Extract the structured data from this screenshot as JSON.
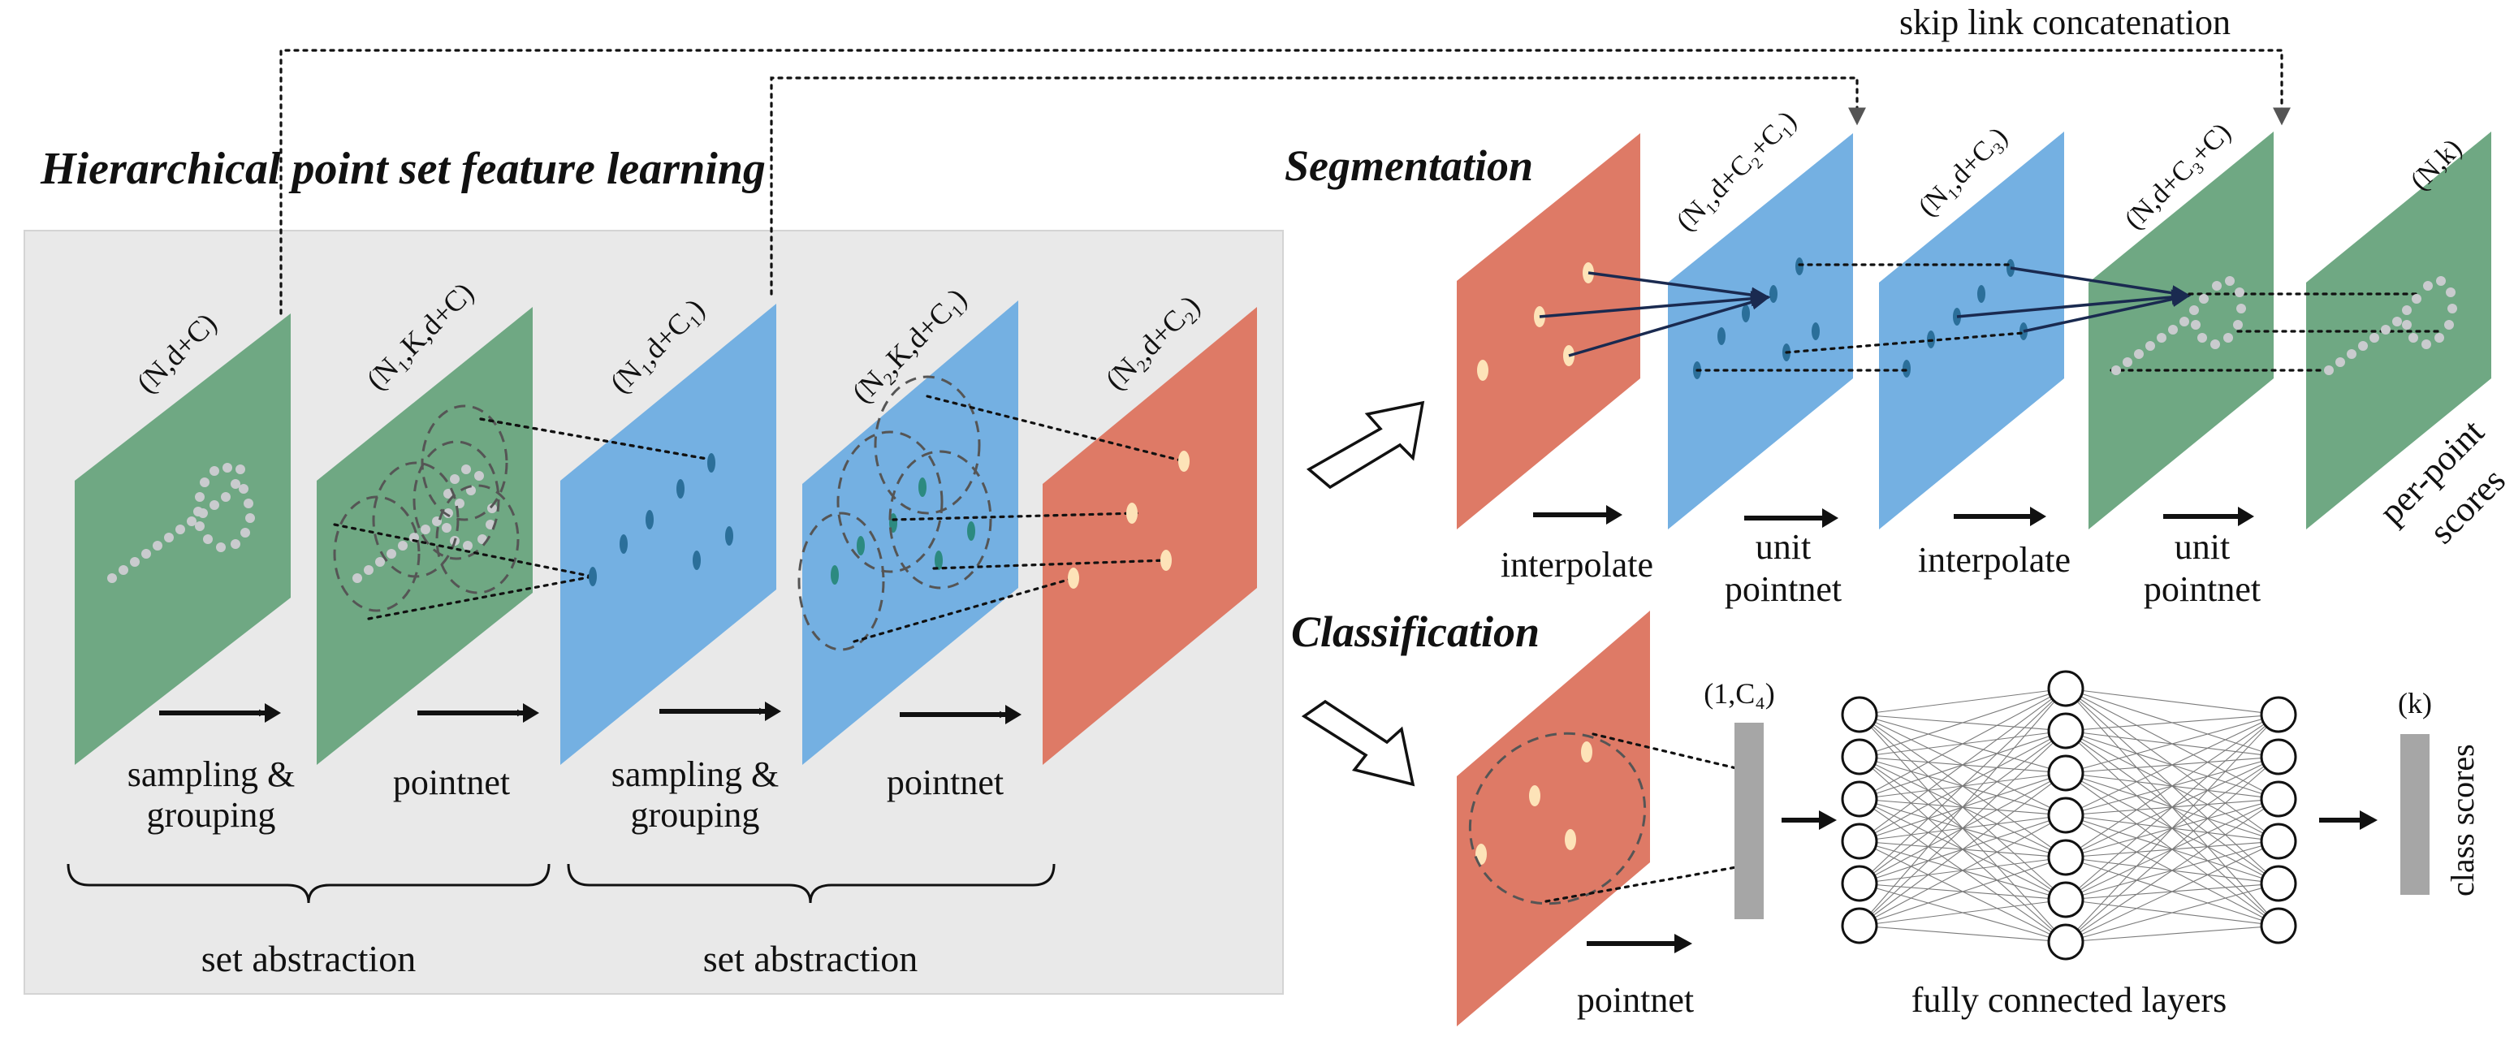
{
  "colors": {
    "green_plane": "#6fa883",
    "blue_plane": "#74b0e2",
    "red_plane": "#de7a66",
    "panel_bg": "#e9e9e9",
    "grey_point": "#c9cbce",
    "blue_point": "#2b6f9a",
    "teal_point": "#2c8a80",
    "cream_point": "#fde3b8",
    "gray_bar": "#a6a6a6"
  },
  "skip_label": "skip link concatenation",
  "hier": {
    "title": "Hierarchical point set feature learning",
    "planes": [
      {
        "dims": "(N,d+C)",
        "color": "green",
        "icon": "grey-points-cluster"
      },
      {
        "dims": "(N₁,K,d+C)",
        "color": "green",
        "icon": "grouped-points"
      },
      {
        "dims": "(N₁,d+C₁)",
        "color": "blue",
        "icon": "sampled-centroids"
      },
      {
        "dims": "(N₂,K,d+C₁)",
        "color": "blue",
        "icon": "grouped-points"
      },
      {
        "dims": "(N₂,d+C₂)",
        "color": "red",
        "icon": "sampled-centroids"
      }
    ],
    "steps": [
      {
        "line1": "sampling &",
        "line2": "grouping"
      },
      {
        "line1": "pointnet",
        "line2": ""
      },
      {
        "line1": "sampling &",
        "line2": "grouping"
      },
      {
        "line1": "pointnet",
        "line2": ""
      }
    ],
    "braces": [
      "set abstraction",
      "set abstraction"
    ]
  },
  "seg": {
    "title": "Segmentation",
    "planes": [
      {
        "dims": "",
        "color": "red"
      },
      {
        "dims": "(N₁,d+C₂+C₁)",
        "color": "blue"
      },
      {
        "dims": "(N₁,d+C₃)",
        "color": "blue"
      },
      {
        "dims": "(N,d+C₃+C)",
        "color": "green"
      },
      {
        "dims": "(N,k)",
        "color": "green"
      }
    ],
    "steps": [
      {
        "line1": "interpolate",
        "line2": ""
      },
      {
        "line1": "unit",
        "line2": "pointnet"
      },
      {
        "line1": "interpolate",
        "line2": ""
      },
      {
        "line1": "unit",
        "line2": "pointnet"
      }
    ],
    "output_line1": "per-point",
    "output_line2": "scores"
  },
  "cls": {
    "title": "Classification",
    "vec_in": "(1,C₄)",
    "vec_out": "(k)",
    "pointnet_label": "pointnet",
    "fc_label": "fully connected layers",
    "scores_label": "class scores",
    "fc_layers": [
      6,
      7,
      6
    ]
  }
}
